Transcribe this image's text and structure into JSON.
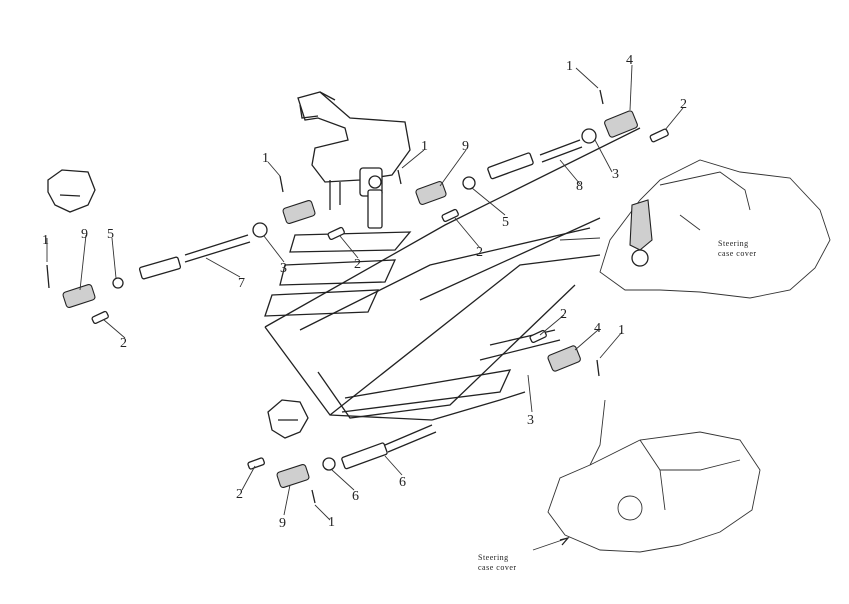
{
  "callouts": [
    {
      "id": "c1a",
      "text": "1"
    },
    {
      "id": "c4a",
      "text": "4"
    },
    {
      "id": "c2a",
      "text": "2"
    },
    {
      "id": "c1b",
      "text": "1"
    },
    {
      "id": "c1c",
      "text": "1"
    },
    {
      "id": "c9a",
      "text": "9"
    },
    {
      "id": "c3a",
      "text": "3"
    },
    {
      "id": "c8",
      "text": "8"
    },
    {
      "id": "c5a",
      "text": "5"
    },
    {
      "id": "c2b",
      "text": "2"
    },
    {
      "id": "c2c",
      "text": "2"
    },
    {
      "id": "c3b",
      "text": "3"
    },
    {
      "id": "c1d",
      "text": "1"
    },
    {
      "id": "c9b",
      "text": "9"
    },
    {
      "id": "c5b",
      "text": "5"
    },
    {
      "id": "c7",
      "text": "7"
    },
    {
      "id": "c2d",
      "text": "2"
    },
    {
      "id": "c2e",
      "text": "2"
    },
    {
      "id": "c4b",
      "text": "4"
    },
    {
      "id": "c1e",
      "text": "1"
    },
    {
      "id": "c3c",
      "text": "3"
    },
    {
      "id": "c6a",
      "text": "6"
    },
    {
      "id": "c2f",
      "text": "2"
    },
    {
      "id": "c6b",
      "text": "6"
    },
    {
      "id": "c9c",
      "text": "9"
    },
    {
      "id": "c1f",
      "text": "1"
    }
  ],
  "captions": {
    "upper_line1": "Steering",
    "upper_line2": "case cover",
    "lower_line1": "Steering",
    "lower_line2": "case cover"
  }
}
